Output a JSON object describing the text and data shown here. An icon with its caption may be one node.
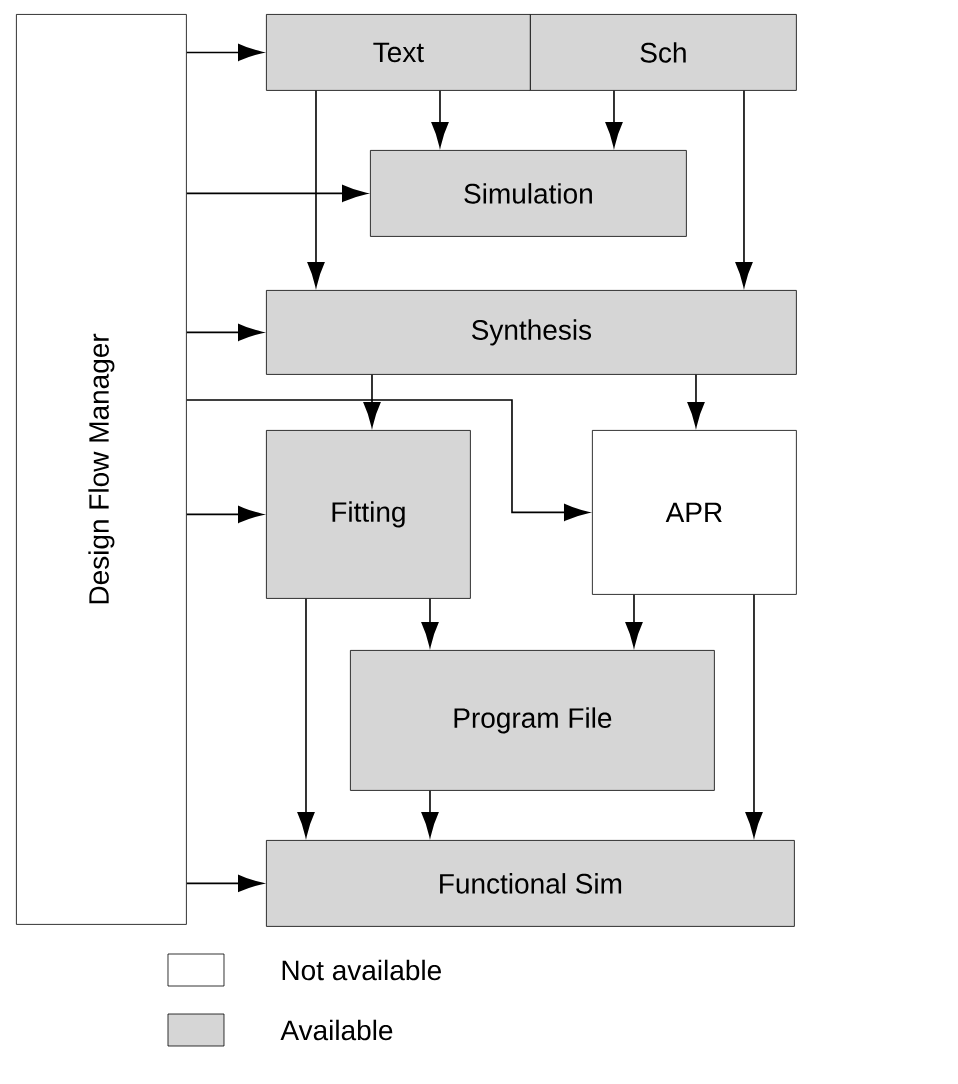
{
  "diagram": {
    "nodes": [
      {
        "text": [
          "Design Flow Manager"
        ]
      },
      {
        "text": [
          "Text"
        ]
      },
      {
        "text": [
          "Sch"
        ]
      },
      {
        "text": [
          "Simulation"
        ]
      },
      {
        "text": [
          "Synthesis"
        ]
      },
      {
        "text": [
          "Fitting"
        ]
      },
      {
        "text": [
          "APR"
        ]
      },
      {
        "text": [
          "Program File"
        ]
      },
      {
        "text": [
          "Functional Sim"
        ]
      }
    ],
    "edges": [
      {
        "from": 0,
        "to": 1,
        "arrow": "to"
      },
      {
        "from": 1,
        "to": 3,
        "arrow": "to"
      },
      {
        "from": 2,
        "to": 3,
        "arrow": "to"
      },
      {
        "from": 0,
        "to": 3,
        "arrow": "to"
      },
      {
        "from": 1,
        "to": 4,
        "arrow": "to"
      },
      {
        "from": 2,
        "to": 4,
        "arrow": "to"
      },
      {
        "from": 0,
        "to": 4,
        "arrow": "to"
      },
      {
        "from": 4,
        "to": 5,
        "arrow": "to"
      },
      {
        "from": 4,
        "to": 6,
        "arrow": "to"
      },
      {
        "from": 0,
        "to": 6,
        "arrow": "to"
      },
      {
        "from": 0,
        "to": 5,
        "arrow": "to"
      },
      {
        "from": 5,
        "to": 7,
        "arrow": "to"
      },
      {
        "from": 6,
        "to": 7,
        "arrow": "to"
      },
      {
        "from": 5,
        "to": 8,
        "arrow": "to"
      },
      {
        "from": 7,
        "to": 8,
        "arrow": "to"
      },
      {
        "from": 6,
        "to": 8,
        "arrow": "to"
      },
      {
        "from": 0,
        "to": 8,
        "arrow": "to"
      }
    ],
    "legend": [
      {
        "text": "Not available"
      },
      {
        "text": "Available",
        "color": "#d6d6d6"
      }
    ]
  }
}
